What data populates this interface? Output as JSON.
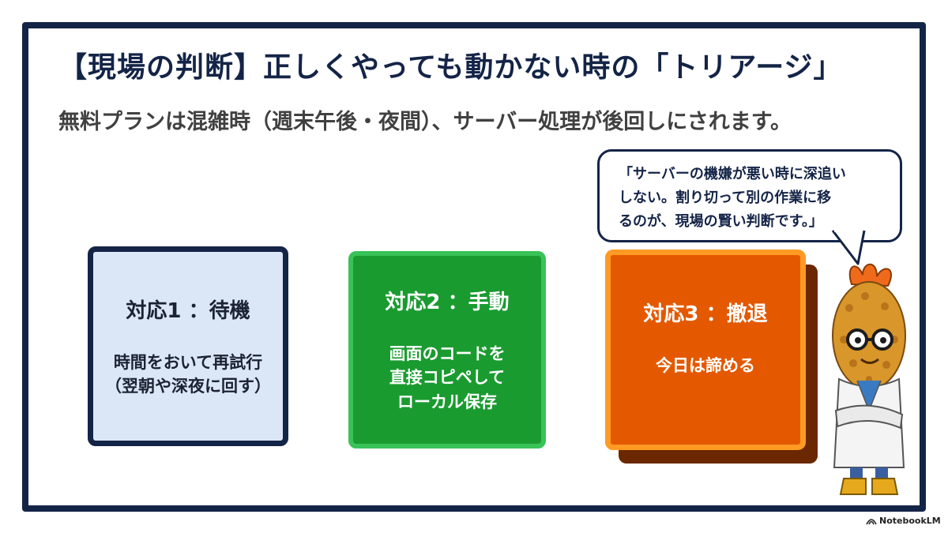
{
  "slide": {
    "title": "【現場の判断】正しくやっても動かない時の「トリアージ」",
    "subtitle": "無料プランは混雑時（週末午後・夜間）、サーバー処理が後回しにされます。"
  },
  "cards": [
    {
      "heading": "対応1 ：待機",
      "body": "時間をおいて再試行\n（翌朝や深夜に回す）",
      "color": "#dbe6f7"
    },
    {
      "heading": "対応2 ：手動",
      "body": "画面のコードを\n直接コピペして\nローカル保存",
      "color": "#1a9b30"
    },
    {
      "heading": "対応3 ：撤退",
      "body": "今日は諦める",
      "color": "#e45900"
    }
  ],
  "speech_bubble": {
    "lines": [
      "「サーバーの機嫌が悪い時に深追い",
      "しない。割り切って別の作業に移",
      "るのが、現場の賢い判断です。」"
    ]
  },
  "mascot": {
    "icon": "fried-shrimp-scientist-mascot"
  },
  "watermark": {
    "icon": "notebooklm-logo-icon",
    "text": "NotebookLM"
  },
  "colors": {
    "navy": "#142447",
    "green": "#1a9b30",
    "orange": "#e45900"
  }
}
